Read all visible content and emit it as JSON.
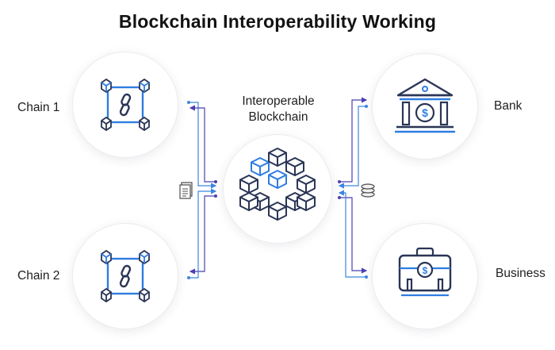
{
  "title": "Blockchain Interoperability Working",
  "nodes": {
    "chain1": "Chain 1",
    "chain2": "Chain 2",
    "center": "Interoperable Blockchain",
    "bank": "Bank",
    "business": "Business"
  },
  "colors": {
    "navy": "#2a3556",
    "blue": "#2f7de1",
    "purple": "#4b3fb0",
    "light_blue": "#5aa7f0"
  },
  "icons": [
    "chain-network-icon",
    "blockchain-cubes-icon",
    "bank-icon",
    "briefcase-dollar-icon",
    "document-icon",
    "coins-icon"
  ]
}
